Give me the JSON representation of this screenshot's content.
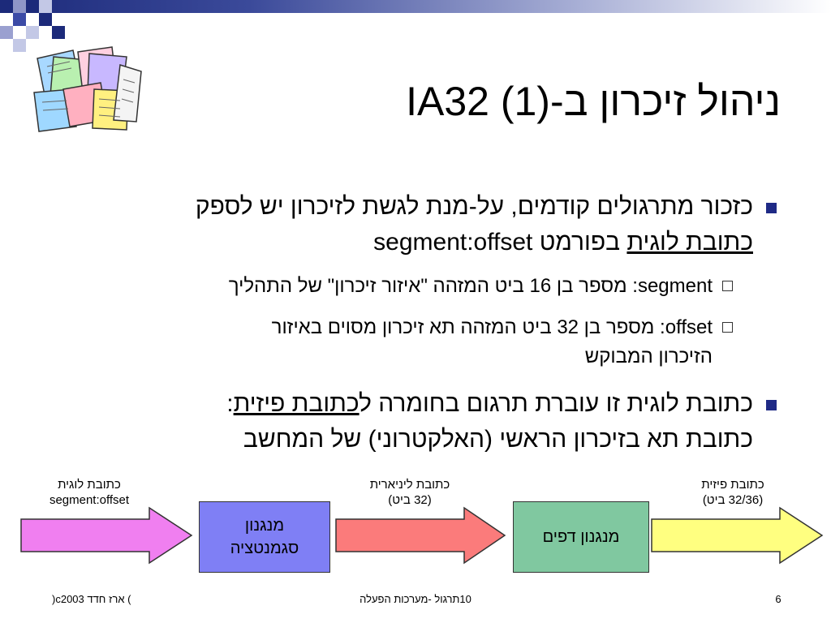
{
  "slide": {
    "title": "ניהול זיכרון ב-IA32 (1)",
    "page_number": "6",
    "footer_left": ") ארז חדד c2003(",
    "footer_center": "10תרגול  -מערכות הפעלה"
  },
  "bullets": {
    "b1_line1": "כזכור מתרגולים קודמים, על-מנת לגשת לזיכרון יש לספק",
    "b1_line2_underlined": "כתובת לוגית",
    "b1_line2_rest": " בפורמט segment:offset",
    "sub1": "segment: מספר בן 16 ביט המזהה \"איזור זיכרון\" של התהליך",
    "sub2_line1": "offset: מספר בן 32 ביט המזהה תא זיכרון מסוים באיזור",
    "sub2_line2": "הזיכרון המבוקש",
    "b2_line1_start": "כתובת לוגית זו עוברת תרגום בחומרה ל",
    "b2_line1_underlined": "כתובת פיזית",
    "b2_line1_end": ":",
    "b2_line2": "כתובת תא בזיכרון הראשי (האלקטרוני) של המחשב"
  },
  "diagram": {
    "arrow1_label_line1": "כתובת לוגית",
    "arrow1_label_line2": "segment:offset",
    "arrow2_label_line1": "כתובת ליניארית",
    "arrow2_label_line2": "(32 ביט)",
    "arrow3_label_line1": "כתובת פיזית",
    "arrow3_label_line2": "(32/36 ביט)",
    "box1_line1": "מנגנון",
    "box1_line2": "סגמנטציה",
    "box2": "מנגנון דפים"
  },
  "colors": {
    "arrow1": "#f07ff0",
    "arrow2": "#fb7b7b",
    "arrow3": "#ffff80",
    "box1": "#7f7ff5",
    "box2": "#80c8a0",
    "bullet": "#1f2a86"
  }
}
